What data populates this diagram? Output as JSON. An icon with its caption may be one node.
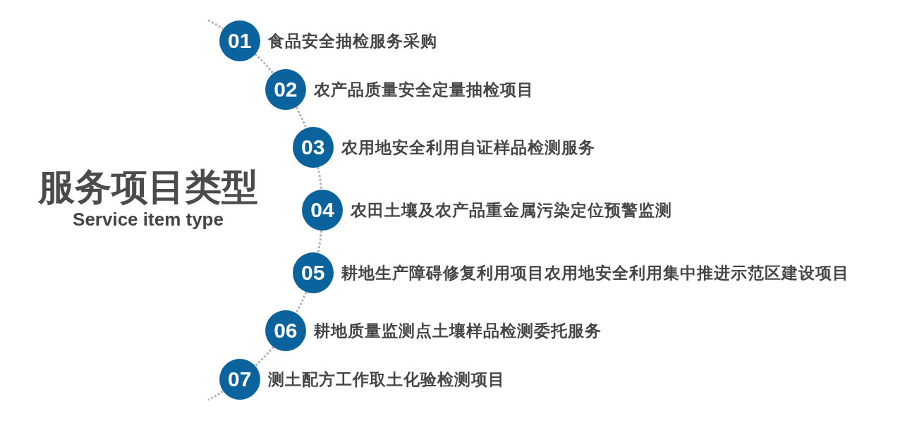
{
  "diagram": {
    "title": "服务项目类型",
    "nodes": [
      {
        "text": [
          "01"
        ],
        "beside": [
          "食品安全抽检服务采购"
        ]
      },
      {
        "text": [
          "02"
        ],
        "beside": [
          "农产品质量安全定量抽检项目"
        ]
      },
      {
        "text": [
          "03"
        ],
        "beside": [
          "农用地安全利用自证样品检测服务"
        ]
      },
      {
        "text": [
          "04"
        ],
        "beside": [
          "农田土壤及农产品重金属污染定位预警监测"
        ]
      },
      {
        "text": [
          "05"
        ],
        "beside": [
          "耕地生产障碍修复利用项目农用地安全利用集中推进示范区建设项目"
        ]
      },
      {
        "text": [
          "06"
        ],
        "beside": [
          "耕地质量监测点土壤样品检测委托服务"
        ]
      },
      {
        "text": [
          "07"
        ],
        "beside": [
          "测土配方工作取土化验检测项目"
        ]
      }
    ],
    "edges": [
      {
        "from": null,
        "to": 0,
        "arrow": "none",
        "style": "dashed"
      },
      {
        "from": 0,
        "to": 1,
        "arrow": "none",
        "style": "dashed"
      },
      {
        "from": 1,
        "to": 2,
        "arrow": "none",
        "style": "dashed"
      },
      {
        "from": 2,
        "to": 3,
        "arrow": "none",
        "style": "dashed"
      },
      {
        "from": 3,
        "to": 4,
        "arrow": "none",
        "style": "dashed"
      },
      {
        "from": 4,
        "to": 5,
        "arrow": "none",
        "style": "dashed"
      },
      {
        "from": 5,
        "to": 6,
        "arrow": "none",
        "style": "dashed"
      },
      {
        "from": 6,
        "to": null,
        "arrow": "none",
        "style": "dashed"
      }
    ],
    "labels": [
      "Service item type"
    ]
  }
}
